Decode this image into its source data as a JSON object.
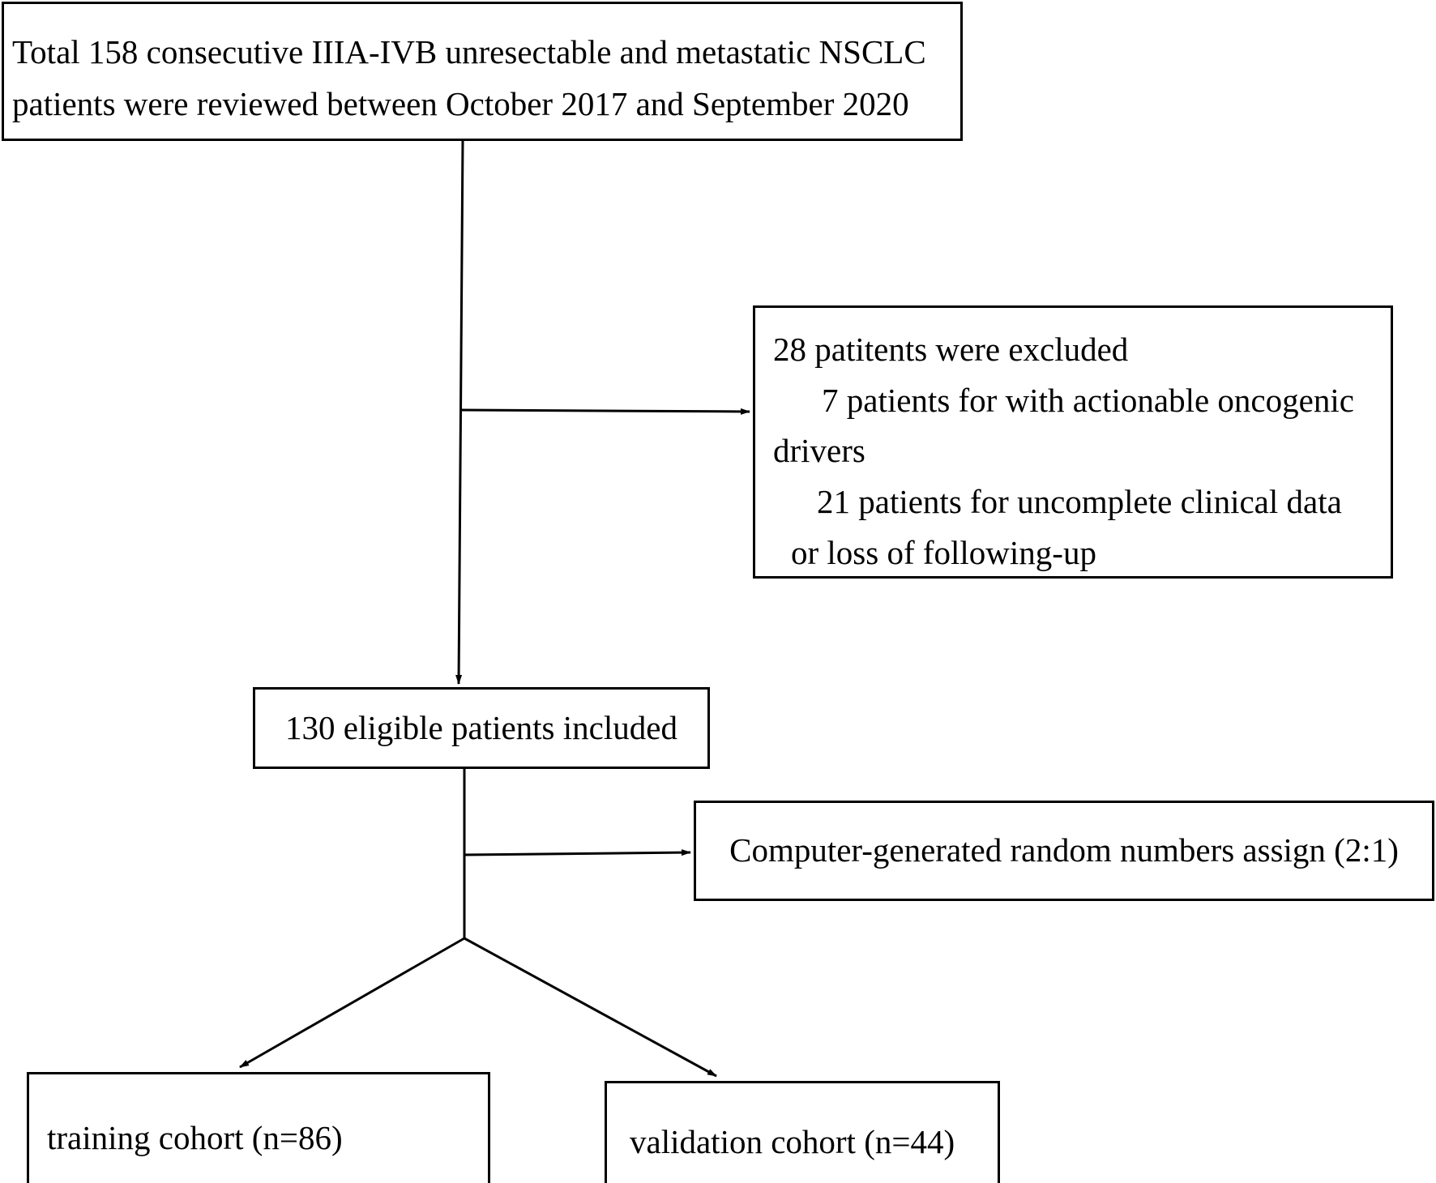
{
  "boxes": {
    "total": {
      "lines": [
        "Total 158 consecutive IIIA-IVB unresectable and metastatic NSCLC",
        "patients were reviewed between October 2017 and September 2020"
      ]
    },
    "excluded": {
      "lines": [
        "28 patitents were excluded",
        "7 patients for with actionable oncogenic",
        "drivers",
        "21 patients for uncomplete clinical data",
        "or loss of following-up"
      ]
    },
    "eligible": {
      "text": "130 eligible patients included"
    },
    "random": {
      "text": "Computer-generated random numbers assign (2:1)"
    },
    "training": {
      "text": "training cohort (n=86)"
    },
    "validation": {
      "text": "validation cohort (n=44)"
    }
  },
  "colors": {
    "line": "#000000",
    "background": "#ffffff"
  }
}
